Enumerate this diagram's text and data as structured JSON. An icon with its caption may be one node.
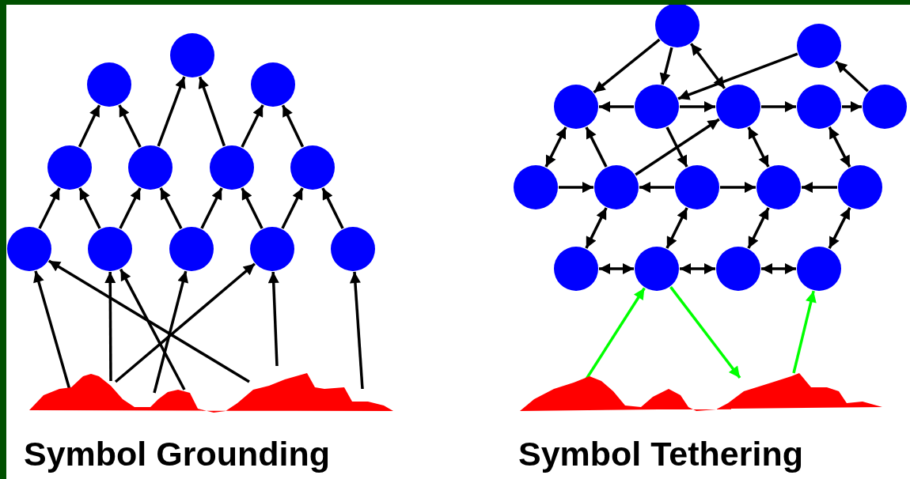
{
  "diagram": {
    "nodes": [
      {
        "text": [],
        "shape": "circle"
      },
      {
        "text": [],
        "shape": "circle"
      },
      {
        "text": [],
        "shape": "circle"
      },
      {
        "text": [],
        "shape": "circle"
      },
      {
        "text": [],
        "shape": "circle"
      },
      {
        "text": [],
        "shape": "circle"
      },
      {
        "text": [],
        "shape": "circle"
      },
      {
        "text": [],
        "shape": "circle"
      },
      {
        "text": [],
        "shape": "circle"
      },
      {
        "text": [],
        "shape": "circle"
      },
      {
        "text": [],
        "shape": "circle"
      },
      {
        "text": [],
        "shape": "circle"
      },
      {
        "text": [],
        "shape": "terrain"
      },
      {
        "text": [],
        "shape": "circle"
      },
      {
        "text": [],
        "shape": "circle"
      },
      {
        "text": [],
        "shape": "circle"
      },
      {
        "text": [],
        "shape": "circle"
      },
      {
        "text": [],
        "shape": "circle"
      },
      {
        "text": [],
        "shape": "circle"
      },
      {
        "text": [],
        "shape": "circle"
      },
      {
        "text": [],
        "shape": "circle"
      },
      {
        "text": [],
        "shape": "circle"
      },
      {
        "text": [],
        "shape": "circle"
      },
      {
        "text": [],
        "shape": "circle"
      },
      {
        "text": [],
        "shape": "circle"
      },
      {
        "text": [],
        "shape": "circle"
      },
      {
        "text": [],
        "shape": "circle"
      },
      {
        "text": [],
        "shape": "circle"
      },
      {
        "text": [],
        "shape": "circle"
      },
      {
        "text": [],
        "shape": "terrain"
      }
    ],
    "edges": [
      {
        "from": 3,
        "to": 1,
        "arrow": "to"
      },
      {
        "from": 4,
        "to": 1,
        "arrow": "to"
      },
      {
        "from": 4,
        "to": 0,
        "arrow": "to"
      },
      {
        "from": 5,
        "to": 0,
        "arrow": "to"
      },
      {
        "from": 5,
        "to": 2,
        "arrow": "to"
      },
      {
        "from": 6,
        "to": 2,
        "arrow": "to"
      },
      {
        "from": 7,
        "to": 3,
        "arrow": "to"
      },
      {
        "from": 8,
        "to": 3,
        "arrow": "to"
      },
      {
        "from": 8,
        "to": 4,
        "arrow": "to"
      },
      {
        "from": 9,
        "to": 4,
        "arrow": "to"
      },
      {
        "from": 9,
        "to": 5,
        "arrow": "to"
      },
      {
        "from": 10,
        "to": 5,
        "arrow": "to"
      },
      {
        "from": 10,
        "to": 6,
        "arrow": "to"
      },
      {
        "from": 11,
        "to": 6,
        "arrow": "to"
      },
      {
        "from": 12,
        "to": 7,
        "arrow": "to"
      },
      {
        "from": 12,
        "to": 8,
        "arrow": "to"
      },
      {
        "from": 12,
        "to": 10,
        "arrow": "to"
      },
      {
        "from": 12,
        "to": 9,
        "arrow": "to"
      },
      {
        "from": 12,
        "to": 8,
        "arrow": "to"
      },
      {
        "from": 12,
        "to": 7,
        "arrow": "to"
      },
      {
        "from": 12,
        "to": 10,
        "arrow": "to"
      },
      {
        "from": 12,
        "to": 11,
        "arrow": "to"
      },
      {
        "from": 13,
        "to": 15,
        "arrow": "to"
      },
      {
        "from": 13,
        "to": 16,
        "arrow": "to"
      },
      {
        "from": 13,
        "to": 17,
        "arrow": "both"
      },
      {
        "from": 14,
        "to": 16,
        "arrow": "to"
      },
      {
        "from": 16,
        "to": 15,
        "arrow": "to"
      },
      {
        "from": 16,
        "to": 17,
        "arrow": "to"
      },
      {
        "from": 17,
        "to": 18,
        "arrow": "to"
      },
      {
        "from": 18,
        "to": 19,
        "arrow": "to"
      },
      {
        "from": 19,
        "to": 14,
        "arrow": "to"
      },
      {
        "from": 15,
        "to": 20,
        "arrow": "both"
      },
      {
        "from": 21,
        "to": 15,
        "arrow": "to"
      },
      {
        "from": 16,
        "to": 22,
        "arrow": "to"
      },
      {
        "from": 21,
        "to": 17,
        "arrow": "to"
      },
      {
        "from": 17,
        "to": 23,
        "arrow": "both"
      },
      {
        "from": 18,
        "to": 24,
        "arrow": "both"
      },
      {
        "from": 20,
        "to": 21,
        "arrow": "to"
      },
      {
        "from": 22,
        "to": 21,
        "arrow": "to"
      },
      {
        "from": 22,
        "to": 23,
        "arrow": "to"
      },
      {
        "from": 24,
        "to": 23,
        "arrow": "to"
      },
      {
        "from": 21,
        "to": 25,
        "arrow": "both"
      },
      {
        "from": 22,
        "to": 26,
        "arrow": "both"
      },
      {
        "from": 23,
        "to": 27,
        "arrow": "both"
      },
      {
        "from": 24,
        "to": 28,
        "arrow": "both"
      },
      {
        "from": 25,
        "to": 26,
        "arrow": "both"
      },
      {
        "from": 26,
        "to": 27,
        "arrow": "both"
      },
      {
        "from": 27,
        "to": 28,
        "arrow": "both"
      },
      {
        "from": 29,
        "to": 26,
        "arrow": "to",
        "color": "#00ff00"
      },
      {
        "from": 26,
        "to": 29,
        "arrow": "to",
        "color": "#00ff00"
      },
      {
        "from": 29,
        "to": 28,
        "arrow": "to",
        "color": "#00ff00"
      }
    ],
    "labels": [
      "Symbol Grounding",
      "Symbol Tethering"
    ]
  }
}
